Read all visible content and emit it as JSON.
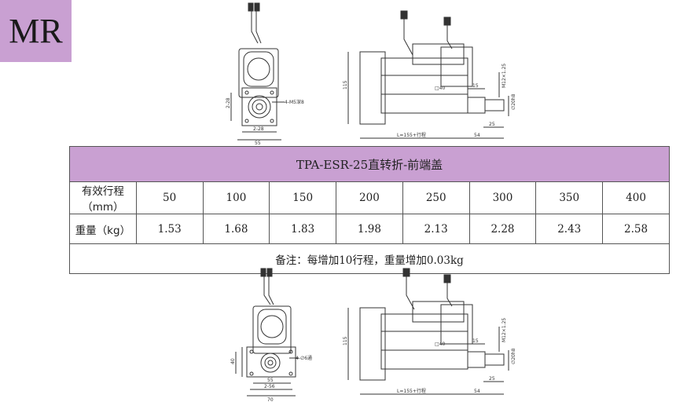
{
  "badge": "MR",
  "table": {
    "title": "TPA-ESR-25直转折-前端盖",
    "rows": [
      {
        "label": "有效行程（mm）",
        "values": [
          "50",
          "100",
          "150",
          "200",
          "250",
          "300",
          "350",
          "400"
        ]
      },
      {
        "label": "重量（kg）",
        "values": [
          "1.53",
          "1.68",
          "1.83",
          "1.98",
          "2.13",
          "2.28",
          "2.43",
          "2.58"
        ]
      }
    ],
    "note": "备注：每增加10行程，重量增加0.03kg"
  },
  "top_drawing": {
    "front": {
      "hole_label": "4-M5深8",
      "dim_h": "2-28",
      "dim_w1": "2-28",
      "dim_w2": "55"
    },
    "side": {
      "height": "115",
      "square": "□40",
      "dim_15": "15",
      "thread": "M12×1.25",
      "dia": "∅20h8",
      "dim_25": "25",
      "length": "L=155+行程",
      "dim_54": "54"
    }
  },
  "bottom_drawing": {
    "front": {
      "hole_label": "4-∅6通",
      "dim_h": "40",
      "dim_w1": "55",
      "dim_w2": "2-56",
      "dim_w3": "70"
    },
    "side": {
      "height": "115",
      "square": "□40",
      "dim_15": "15",
      "thread": "M12×1.25",
      "dia": "∅20h8",
      "dim_25": "25",
      "length": "L=155+行程",
      "dim_54": "54"
    }
  }
}
